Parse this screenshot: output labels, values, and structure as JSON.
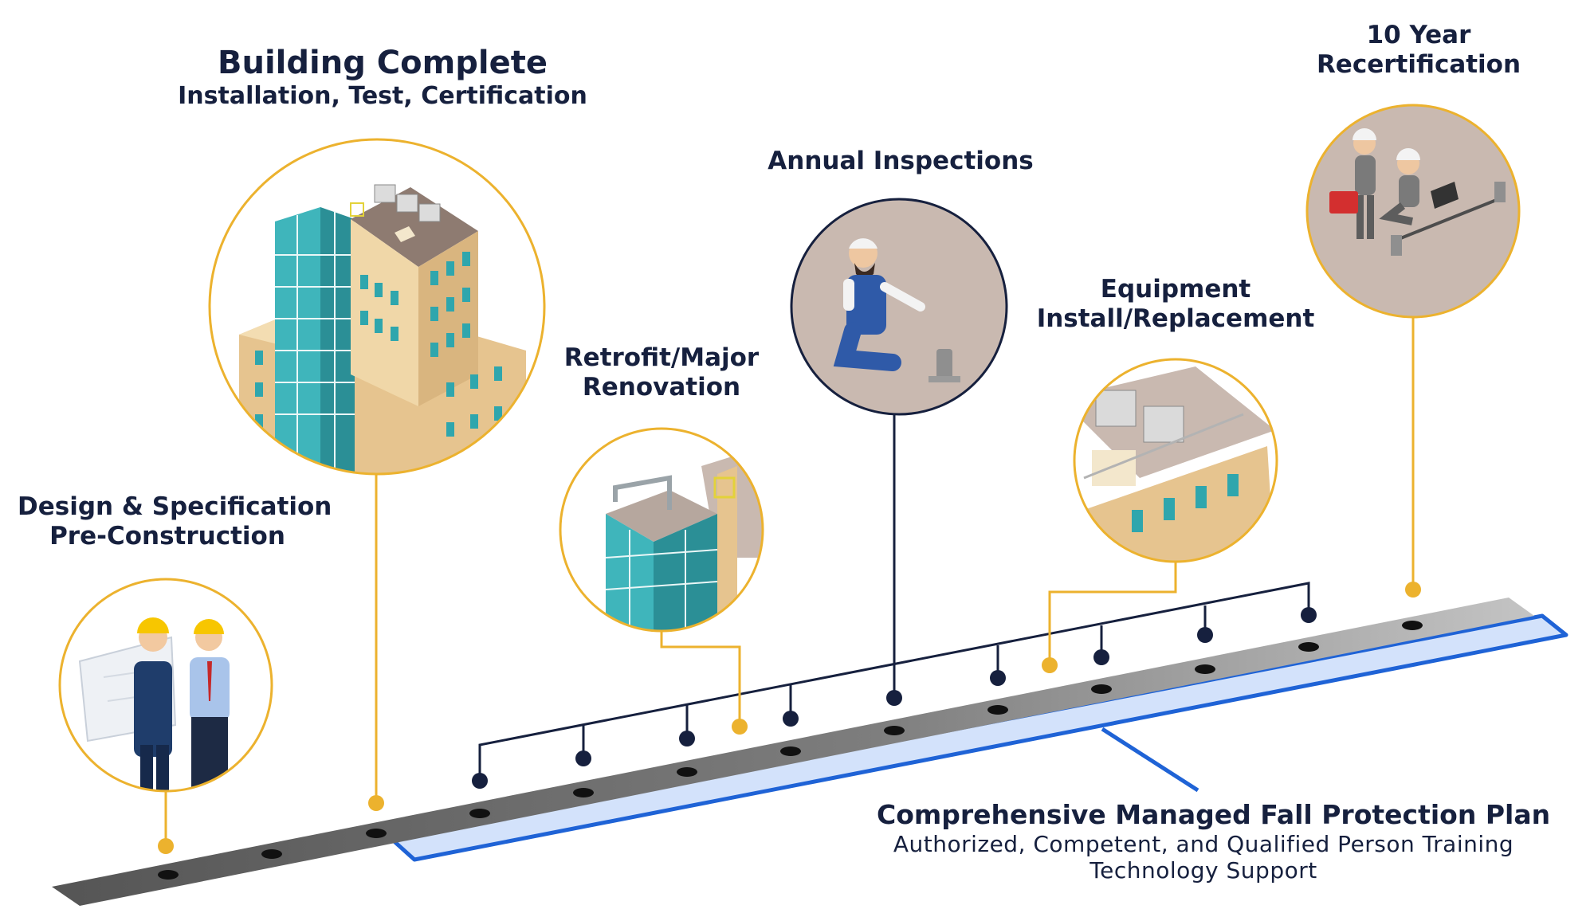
{
  "stages": {
    "design": {
      "line1": "Design & Specification",
      "line2": "Pre-Construction"
    },
    "building": {
      "title": "Building Complete",
      "subtitle": "Installation, Test, Certification"
    },
    "retrofit": {
      "line1": "Retrofit/Major",
      "line2": "Renovation"
    },
    "annual": {
      "title": "Annual Inspections"
    },
    "equipment": {
      "line1": "Equipment",
      "line2": "Install/Replacement"
    },
    "recert": {
      "line1": "10 Year",
      "line2": "Recertification"
    }
  },
  "plan": {
    "title": "Comprehensive Managed Fall Protection Plan",
    "line1": "Authorized, Competent, and Qualified Person Training",
    "line2": "Technology Support"
  },
  "colors": {
    "navy": "#16203e",
    "gold": "#ecb22e",
    "blue": "#1f63d6",
    "light_blue": "#d3e2fb",
    "bar_gray": "#6c6c6c",
    "circle_fill": "#c9b9b0"
  },
  "icons": [
    "engineers-icon",
    "building-icon",
    "tower-icon",
    "inspector-icon",
    "rooftop-hvac-icon",
    "technicians-icon"
  ]
}
